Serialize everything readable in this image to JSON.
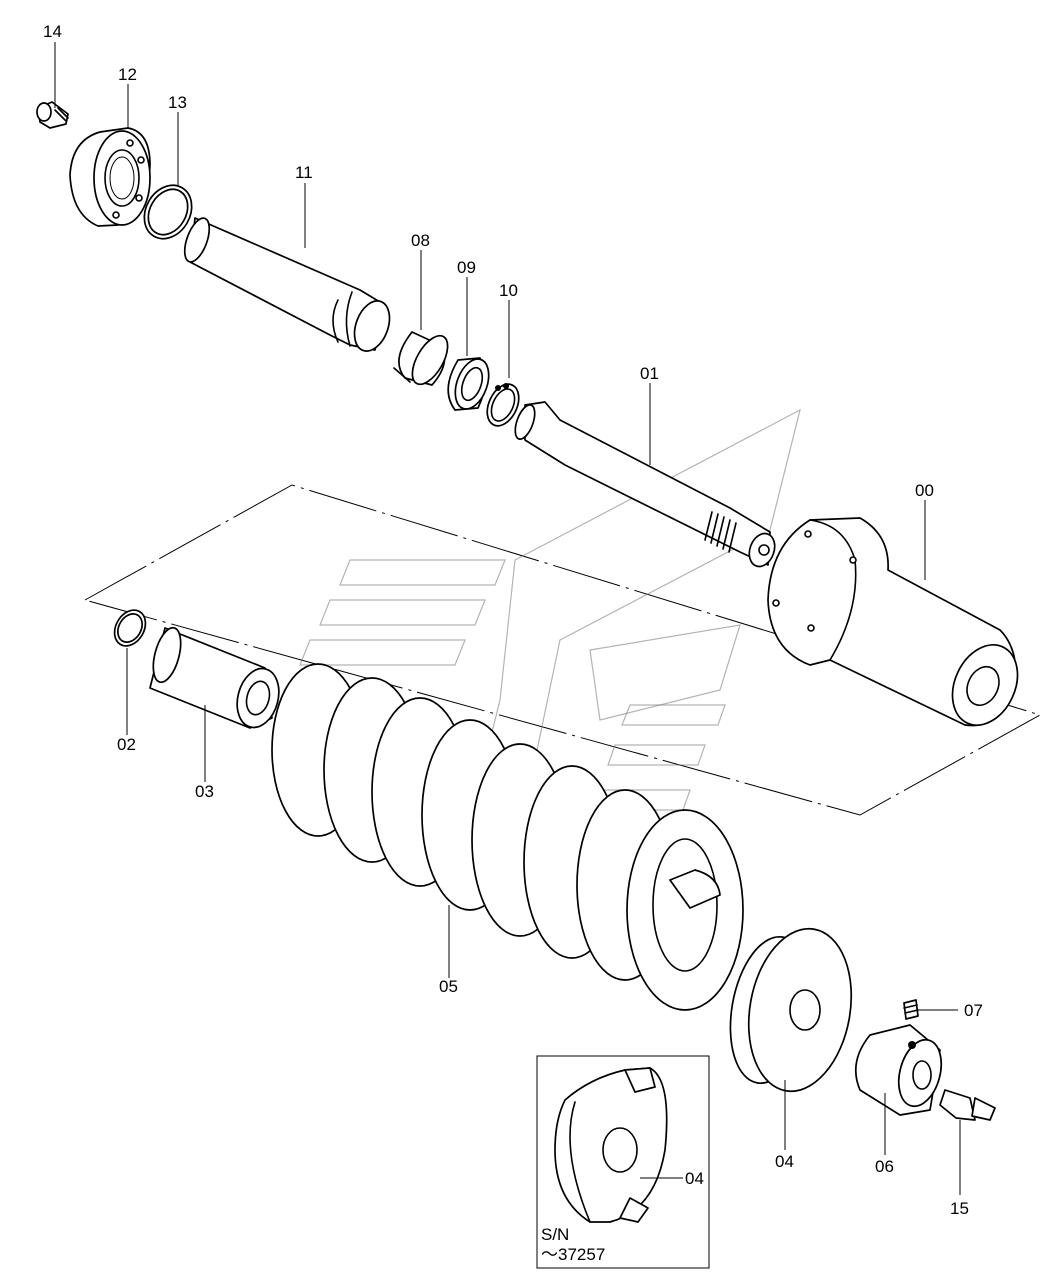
{
  "labels": {
    "p00": "00",
    "p01": "01",
    "p02": "02",
    "p03": "03",
    "p04": "04",
    "p05": "05",
    "p06": "06",
    "p07": "07",
    "p08": "08",
    "p09": "09",
    "p10": "10",
    "p11": "11",
    "p12": "12",
    "p13": "13",
    "p14": "14",
    "p15": "15",
    "inset_p04": "04"
  },
  "inset": {
    "sn_prefix": "S/N",
    "sn_range": "～37257"
  }
}
